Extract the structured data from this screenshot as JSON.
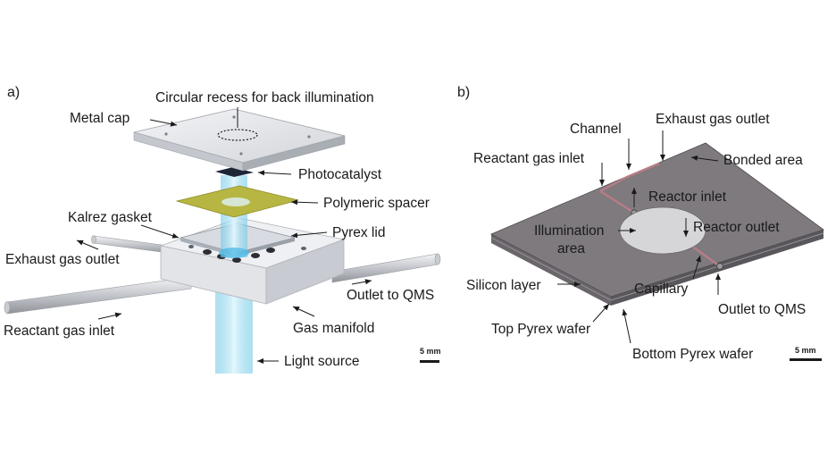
{
  "panel_a": {
    "letter": "a)",
    "labels": {
      "circular_recess": "Circular recess for back illumination",
      "metal_cap": "Metal cap",
      "photocatalyst": "Photocatalyst",
      "polymeric_spacer": "Polymeric spacer",
      "kalrez_gasket": "Kalrez gasket",
      "pyrex_lid": "Pyrex lid",
      "exhaust_gas_outlet": "Exhaust gas outlet",
      "outlet_to_qms": "Outlet to QMS",
      "reactant_gas_inlet": "Reactant gas inlet",
      "gas_manifold": "Gas manifold",
      "light_source": "Light source"
    },
    "scale_bar": "5 mm"
  },
  "panel_b": {
    "letter": "b)",
    "labels": {
      "channel": "Channel",
      "exhaust_gas_outlet": "Exhaust gas outlet",
      "reactant_gas_inlet": "Reactant gas inlet",
      "bonded_area": "Bonded area",
      "reactor_inlet": "Reactor inlet",
      "illumination_area_1": "Illumination",
      "illumination_area_2": "area",
      "reactor_outlet": "Reactor outlet",
      "silicon_layer": "Silicon layer",
      "capillary": "Capillary",
      "outlet_to_qms": "Outlet to QMS",
      "top_pyrex_wafer": "Top Pyrex wafer",
      "bottom_pyrex_wafer": "Bottom Pyrex wafer"
    },
    "scale_bar": "5 mm"
  },
  "colors": {
    "metal": "#e4e6ea",
    "spacer": "#b7b642",
    "photocatalyst": "#1c2436",
    "light_beam": "#8ad6ee",
    "wafer_top": "#7e7a7e",
    "illumination_area": "#d6d6d8",
    "channel": "#b87c86"
  }
}
